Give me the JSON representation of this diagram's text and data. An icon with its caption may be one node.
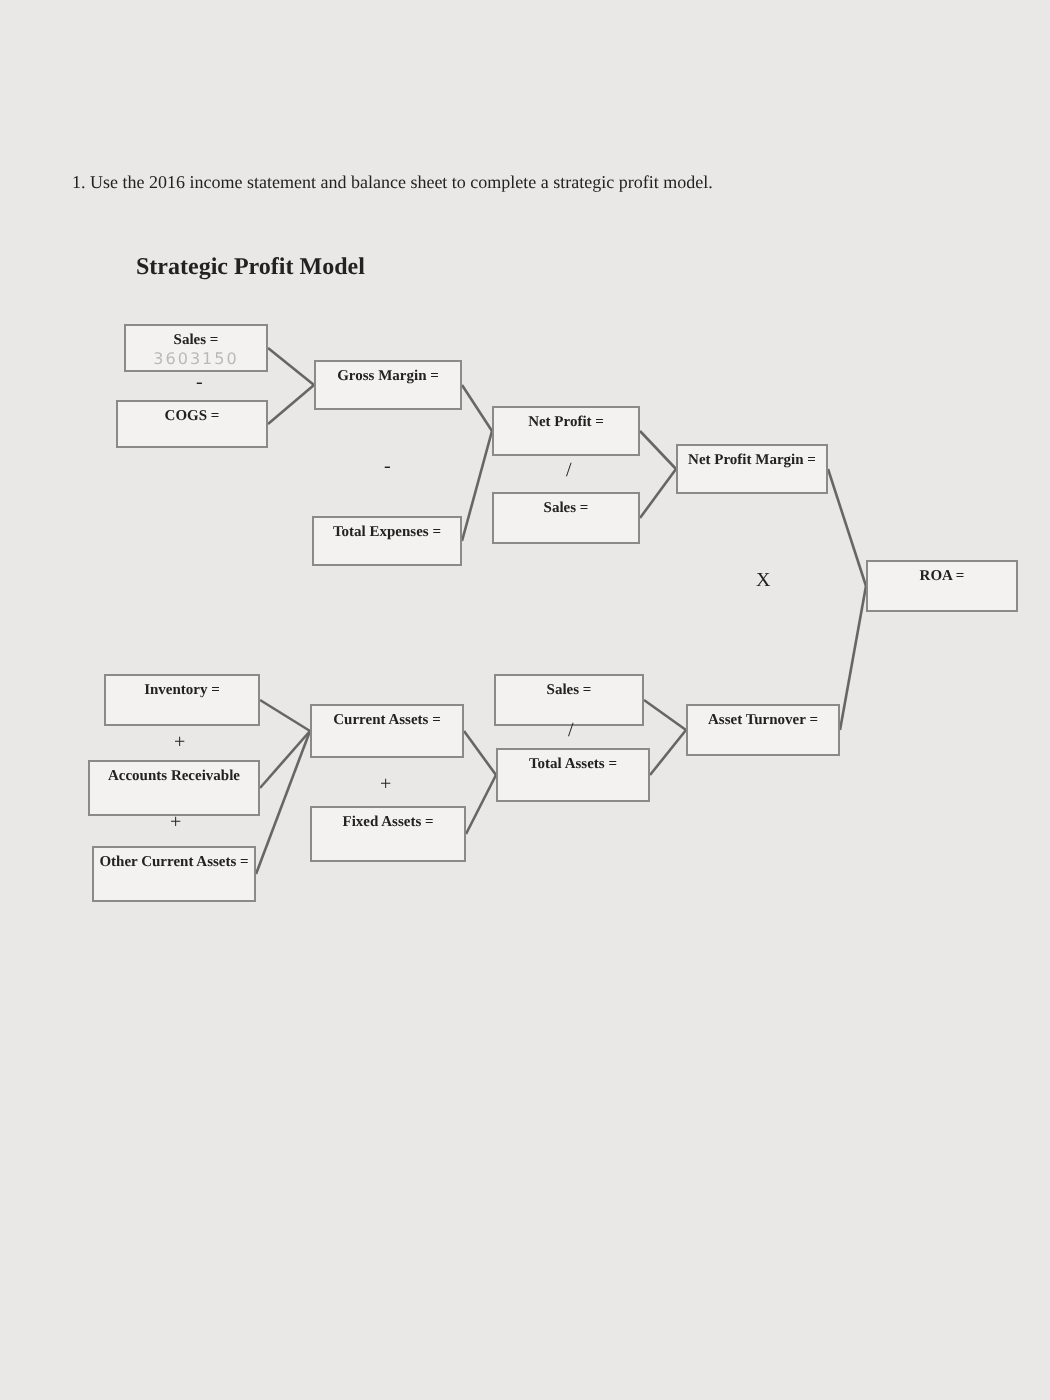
{
  "diagram": {
    "title": "Strategic Profit Model",
    "nodes": [
      {
        "text": [
          "Sales =",
          "3603150"
        ]
      },
      {
        "text": [
          "COGS ="
        ]
      },
      {
        "text": [
          "Gross Margin ="
        ]
      },
      {
        "text": [
          "Net Profit ="
        ]
      },
      {
        "text": [
          "Sales ="
        ]
      },
      {
        "text": [
          "Total Expenses ="
        ]
      },
      {
        "text": [
          "Net Profit Margin ="
        ]
      },
      {
        "text": [
          "ROA ="
        ]
      },
      {
        "text": [
          "Sales ="
        ]
      },
      {
        "text": [
          "Inventory ="
        ]
      },
      {
        "text": [
          "Current Assets ="
        ]
      },
      {
        "text": [
          "Accounts Receivable"
        ]
      },
      {
        "text": [
          "Asset Turnover ="
        ]
      },
      {
        "text": [
          "Total Assets ="
        ]
      },
      {
        "text": [
          "Fixed Assets ="
        ]
      },
      {
        "text": [
          "Other Current Assets ="
        ]
      }
    ],
    "edges": [
      {
        "from": 0,
        "to": 2,
        "arrow": "none"
      },
      {
        "from": 1,
        "to": 2,
        "arrow": "none"
      },
      {
        "from": 2,
        "to": 3,
        "arrow": "none"
      },
      {
        "from": 5,
        "to": 3,
        "arrow": "none"
      },
      {
        "from": 3,
        "to": 6,
        "arrow": "none"
      },
      {
        "from": 4,
        "to": 6,
        "arrow": "none"
      },
      {
        "from": 6,
        "to": 7,
        "arrow": "none"
      },
      {
        "from": 12,
        "to": 7,
        "arrow": "none"
      },
      {
        "from": 8,
        "to": 12,
        "arrow": "none"
      },
      {
        "from": 13,
        "to": 12,
        "arrow": "none"
      },
      {
        "from": 9,
        "to": 10,
        "arrow": "none"
      },
      {
        "from": 11,
        "to": 10,
        "arrow": "none"
      },
      {
        "from": 15,
        "to": 10,
        "arrow": "none"
      },
      {
        "from": 10,
        "to": 13,
        "arrow": "none"
      },
      {
        "from": 14,
        "to": 13,
        "arrow": "none"
      }
    ],
    "labels": [
      "1. Use the 2016 income statement and balance sheet to complete a strategic profit model.",
      "-",
      "-",
      "/",
      "X",
      "/",
      "+",
      "+",
      "+"
    ]
  }
}
